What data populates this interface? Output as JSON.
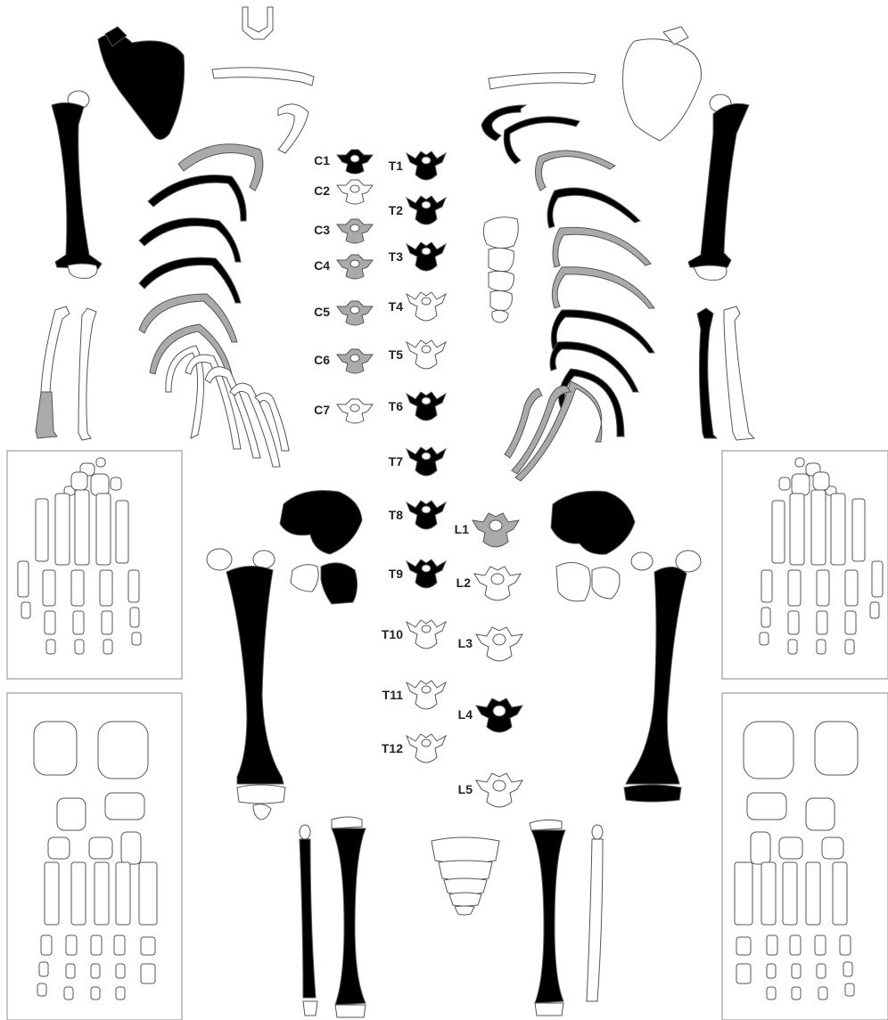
{
  "colors": {
    "present": "#000000",
    "absent": "#ffffff",
    "partial": "#aaaaaa",
    "outline": "#555555"
  },
  "vertebrae": {
    "cervical": [
      {
        "label": "C1",
        "state": "present"
      },
      {
        "label": "C2",
        "state": "absent"
      },
      {
        "label": "C3",
        "state": "partial"
      },
      {
        "label": "C4",
        "state": "partial"
      },
      {
        "label": "C5",
        "state": "partial"
      },
      {
        "label": "C6",
        "state": "partial"
      },
      {
        "label": "C7",
        "state": "absent"
      }
    ],
    "thoracic": [
      {
        "label": "T1",
        "state": "present"
      },
      {
        "label": "T2",
        "state": "present"
      },
      {
        "label": "T3",
        "state": "present"
      },
      {
        "label": "T4",
        "state": "absent"
      },
      {
        "label": "T5",
        "state": "absent"
      },
      {
        "label": "T6",
        "state": "present"
      },
      {
        "label": "T7",
        "state": "present"
      },
      {
        "label": "T8",
        "state": "present"
      },
      {
        "label": "T9",
        "state": "present"
      },
      {
        "label": "T10",
        "state": "absent"
      },
      {
        "label": "T11",
        "state": "absent"
      },
      {
        "label": "T12",
        "state": "absent"
      }
    ],
    "lumbar": [
      {
        "label": "L1",
        "state": "partial"
      },
      {
        "label": "L2",
        "state": "absent"
      },
      {
        "label": "L3",
        "state": "absent"
      },
      {
        "label": "L4",
        "state": "present"
      },
      {
        "label": "L5",
        "state": "absent"
      }
    ]
  },
  "bones": {
    "skull_fragment": "absent",
    "left_scapula": "present",
    "right_scapula": "absent",
    "left_clavicle": "absent",
    "right_clavicle": "absent",
    "left_humerus": "present",
    "right_humerus": "present",
    "left_radius": "absent",
    "left_ulna": "partial",
    "right_radius": "present",
    "right_ulna": "absent",
    "left_ilium": "present",
    "right_ilium": "present",
    "left_ischium": "present",
    "right_ischium": "absent",
    "left_femur": "present",
    "right_femur": "present",
    "left_tibia": "present",
    "right_tibia": "present",
    "left_fibula": "present",
    "right_fibula": "absent",
    "sacrum": "absent",
    "hands": "absent",
    "feet": "absent"
  },
  "ribs": {
    "left": [
      "absent",
      "partial",
      "present",
      "present",
      "present",
      "partial",
      "partial",
      "absent",
      "absent",
      "absent",
      "absent",
      "absent"
    ],
    "right": [
      "present",
      "present",
      "partial",
      "present",
      "partial",
      "partial",
      "present",
      "present",
      "present",
      "partial",
      "partial",
      "partial"
    ]
  }
}
